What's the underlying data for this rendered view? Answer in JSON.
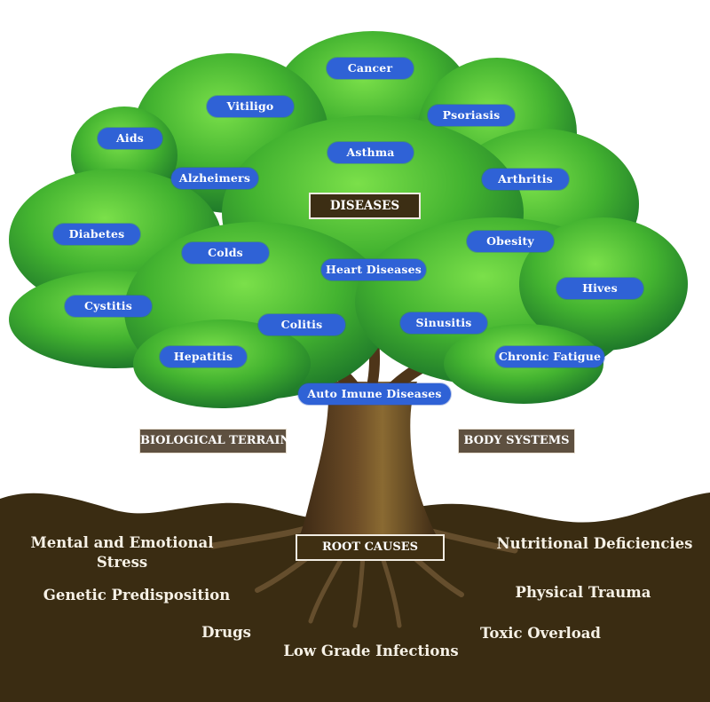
{
  "title": "Disease Tree",
  "colors": {
    "pill": "#2f62d6",
    "soil": "#3a2c12",
    "label_box": "#5e5040",
    "leaf_light": "#5fd13a",
    "leaf_dark": "#1f7a2a",
    "trunk": "#5a3f22"
  },
  "section_labels": {
    "diseases": "DISEASES",
    "biological_terrain": "BIOLOGICAL TERRAIN",
    "body_systems": "BODY SYSTEMS",
    "root_causes": "ROOT CAUSES"
  },
  "diseases": [
    "Cancer",
    "Vitiligo",
    "Psoriasis",
    "Aids",
    "Asthma",
    "Alzheimers",
    "Arthritis",
    "Diabetes",
    "Obesity",
    "Colds",
    "Heart Diseases",
    "Hives",
    "Cystitis",
    "Colitis",
    "Sinusitis",
    "Hepatitis",
    "Chronic Fatigue",
    "Auto Imune Diseases"
  ],
  "root_causes": {
    "mental_line1": "Mental and Emotional",
    "mental_line2": "Stress",
    "genetic": "Genetic Predisposition",
    "drugs": "Drugs",
    "low_grade": "Low Grade Infections",
    "nutritional": "Nutritional Deficiencies",
    "trauma": "Physical Trauma",
    "toxic": "Toxic Overload"
  }
}
